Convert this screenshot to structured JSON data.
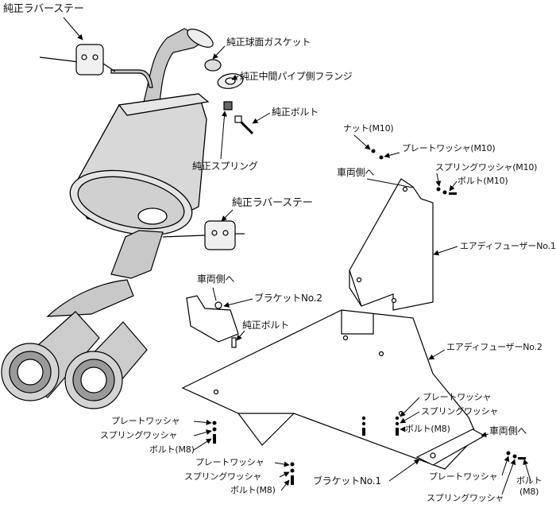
{
  "title": "",
  "labels": {
    "rubber_stay_top": "純正ラバーステー",
    "spherical_gasket": "純正球面ガスケット",
    "mid_pipe_flange": "純正中間パイプ側フランジ",
    "oem_bolt_top": "純正ボルト",
    "oem_spring": "純正スプリング",
    "rubber_stay_mid": "純正ラバーステー",
    "nut_m10": "ナット(M10)",
    "plate_washer_m10": "プレートワッシャ(M10)",
    "to_vehicle_1": "車両側へ",
    "spring_washer_m10": "スプリングワッシャ(M10)",
    "bolt_m10": "ボルト(M10)",
    "air_diffuser_1": "エアディフューザーNo.1",
    "to_vehicle_2": "車両側へ",
    "bracket_2": "ブラケットNo.2",
    "oem_bolt_mid": "純正ボルト",
    "air_diffuser_2": "エアディフューザーNo.2",
    "plate_washer_r": "プレートワッシャ",
    "spring_washer_r": "スプリングワッシャ",
    "bolt_m8_r": "ボルト(M8)",
    "to_vehicle_3": "車両側へ",
    "plate_washer_l": "プレートワッシャ",
    "spring_washer_l": "スプリングワッシャ",
    "bolt_m8_l": "ボルト(M8)",
    "plate_washer_b": "プレートワッシャ",
    "spring_washer_b": "スプリングワッシャ",
    "bolt_m8_b": "ボルト(M8)",
    "bracket_1": "ブラケットNo.1",
    "plate_washer_br": "プレートワッシャ",
    "bolt_br": "ボルト",
    "bolt_br_size": "(M8)",
    "spring_washer_br": "スプリングワッシャ"
  },
  "colors": {
    "muffler_fill": "#d8d8d8",
    "pipe_fill": "#c8c8c8",
    "line": "#000000",
    "panel_fill": "#ffffff"
  }
}
